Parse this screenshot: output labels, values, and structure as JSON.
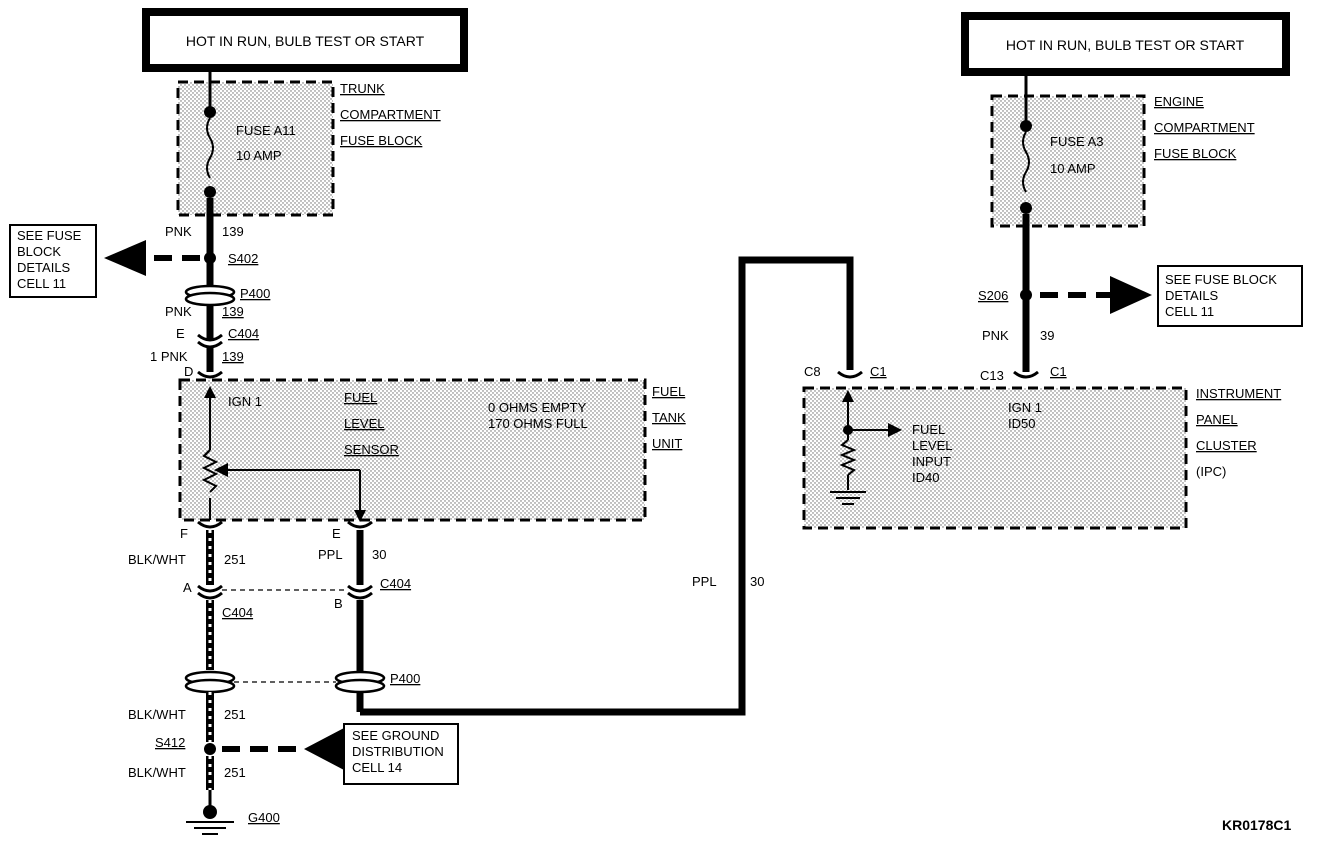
{
  "header_left": "HOT IN RUN, BULB TEST OR START",
  "header_right": "HOT IN RUN, BULB TEST OR START",
  "trunk_block": {
    "name_lines": [
      "TRUNK",
      "COMPARTMENT",
      "FUSE BLOCK"
    ],
    "fuse_name": "FUSE A11",
    "fuse_rating": "10 AMP"
  },
  "engine_block": {
    "name_lines": [
      "ENGINE",
      "COMPARTMENT",
      "FUSE BLOCK"
    ],
    "fuse_name": "FUSE A3",
    "fuse_rating": "10 AMP"
  },
  "see_fuse_left": [
    "SEE FUSE",
    "BLOCK",
    "DETAILS",
    "CELL 11"
  ],
  "see_fuse_right": [
    "SEE FUSE BLOCK",
    "DETAILS",
    "CELL 11"
  ],
  "see_ground": [
    "SEE GROUND",
    "DISTRIBUTION",
    "CELL 14"
  ],
  "fuel_tank_unit": {
    "name_lines": [
      "FUEL",
      "TANK",
      "UNIT"
    ],
    "ign": "IGN 1",
    "sensor_lines": [
      "FUEL",
      "LEVEL",
      "SENSOR"
    ],
    "spec_lines": [
      "0 OHMS EMPTY",
      "170 OHMS FULL"
    ]
  },
  "ipc": {
    "name_lines": [
      "INSTRUMENT",
      "PANEL",
      "CLUSTER",
      "(IPC)"
    ],
    "ign_lines": [
      "IGN 1",
      "ID50"
    ],
    "input_lines": [
      "FUEL",
      "LEVEL",
      "INPUT",
      "ID40"
    ]
  },
  "labels": {
    "pnk": "PNK",
    "pnk_1": "1 PNK",
    "circuit_139": "139",
    "circuit_39": "39",
    "blk_wht": "BLK/WHT",
    "circuit_251": "251",
    "ppl": "PPL",
    "circuit_30": "30",
    "s402": "S402",
    "s206": "S206",
    "s412": "S412",
    "p400": "P400",
    "c404": "C404",
    "c1": "C1",
    "c8": "C8",
    "c13": "C13",
    "g400": "G400",
    "pin_d": "D",
    "pin_e": "E",
    "pin_f": "F",
    "pin_a": "A",
    "pin_b": "B"
  },
  "figure_code": "KR0178C1"
}
